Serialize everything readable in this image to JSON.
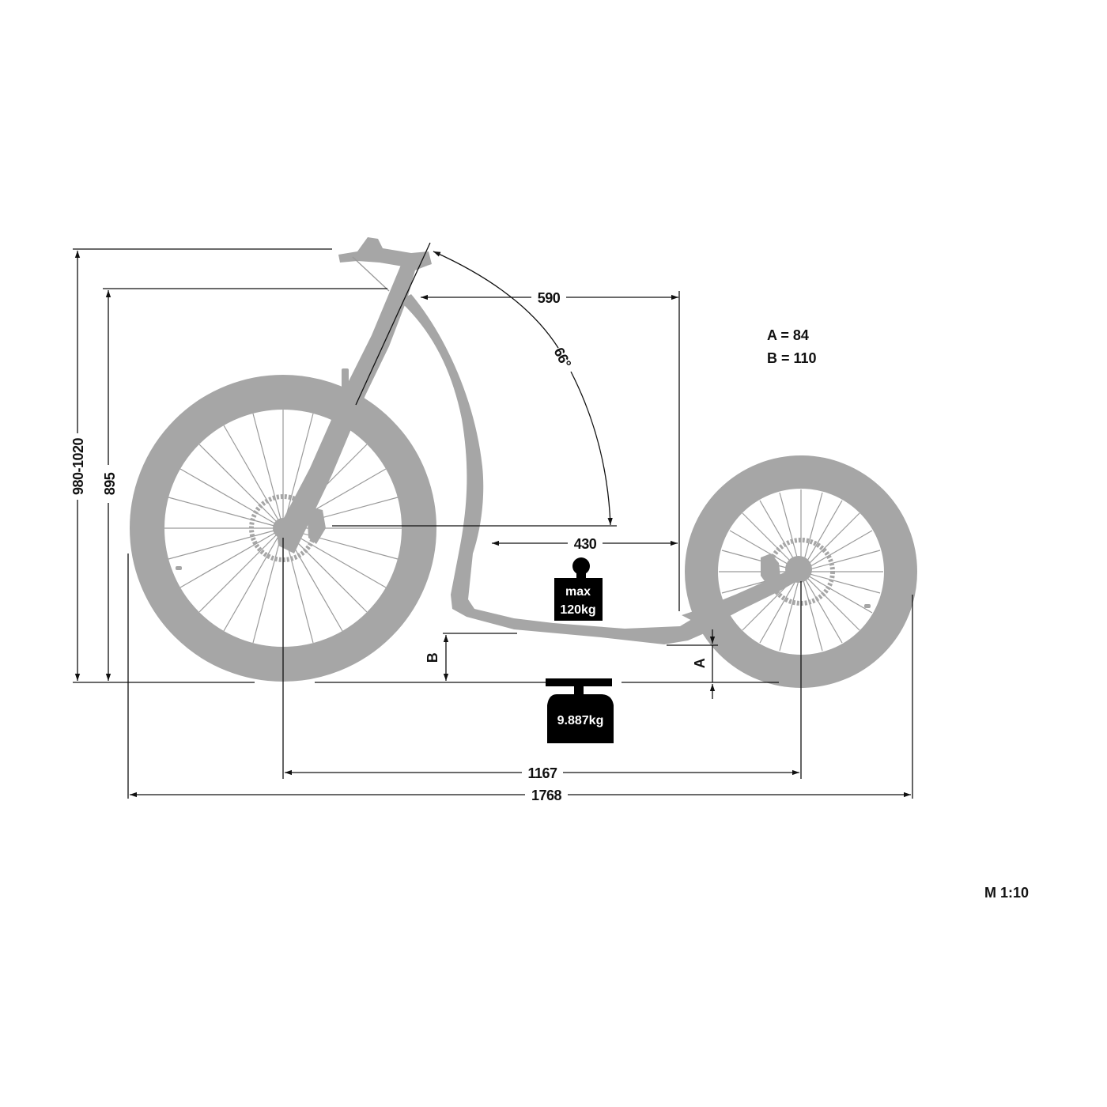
{
  "diagram": {
    "title": "Kick scooter side-view dimension drawing",
    "colors": {
      "silhouette": "#a6a6a6",
      "lines": "#111111",
      "weight_box": "#000000",
      "background": "#ffffff"
    },
    "dimensions": {
      "total_height": "980-1020",
      "handlebar_height": "895",
      "reach": "590",
      "head_angle": "66°",
      "deck_length": "430",
      "wheelbase": "1167",
      "total_length": "1768",
      "rear_clearance_label": "A",
      "front_clearance_label": "B"
    },
    "legend": {
      "a_line": "A = 84",
      "b_line": "B = 110"
    },
    "max_load": {
      "line1": "max",
      "line2": "120kg"
    },
    "weight": {
      "label": "9.887kg"
    },
    "scale": "M 1:10"
  }
}
